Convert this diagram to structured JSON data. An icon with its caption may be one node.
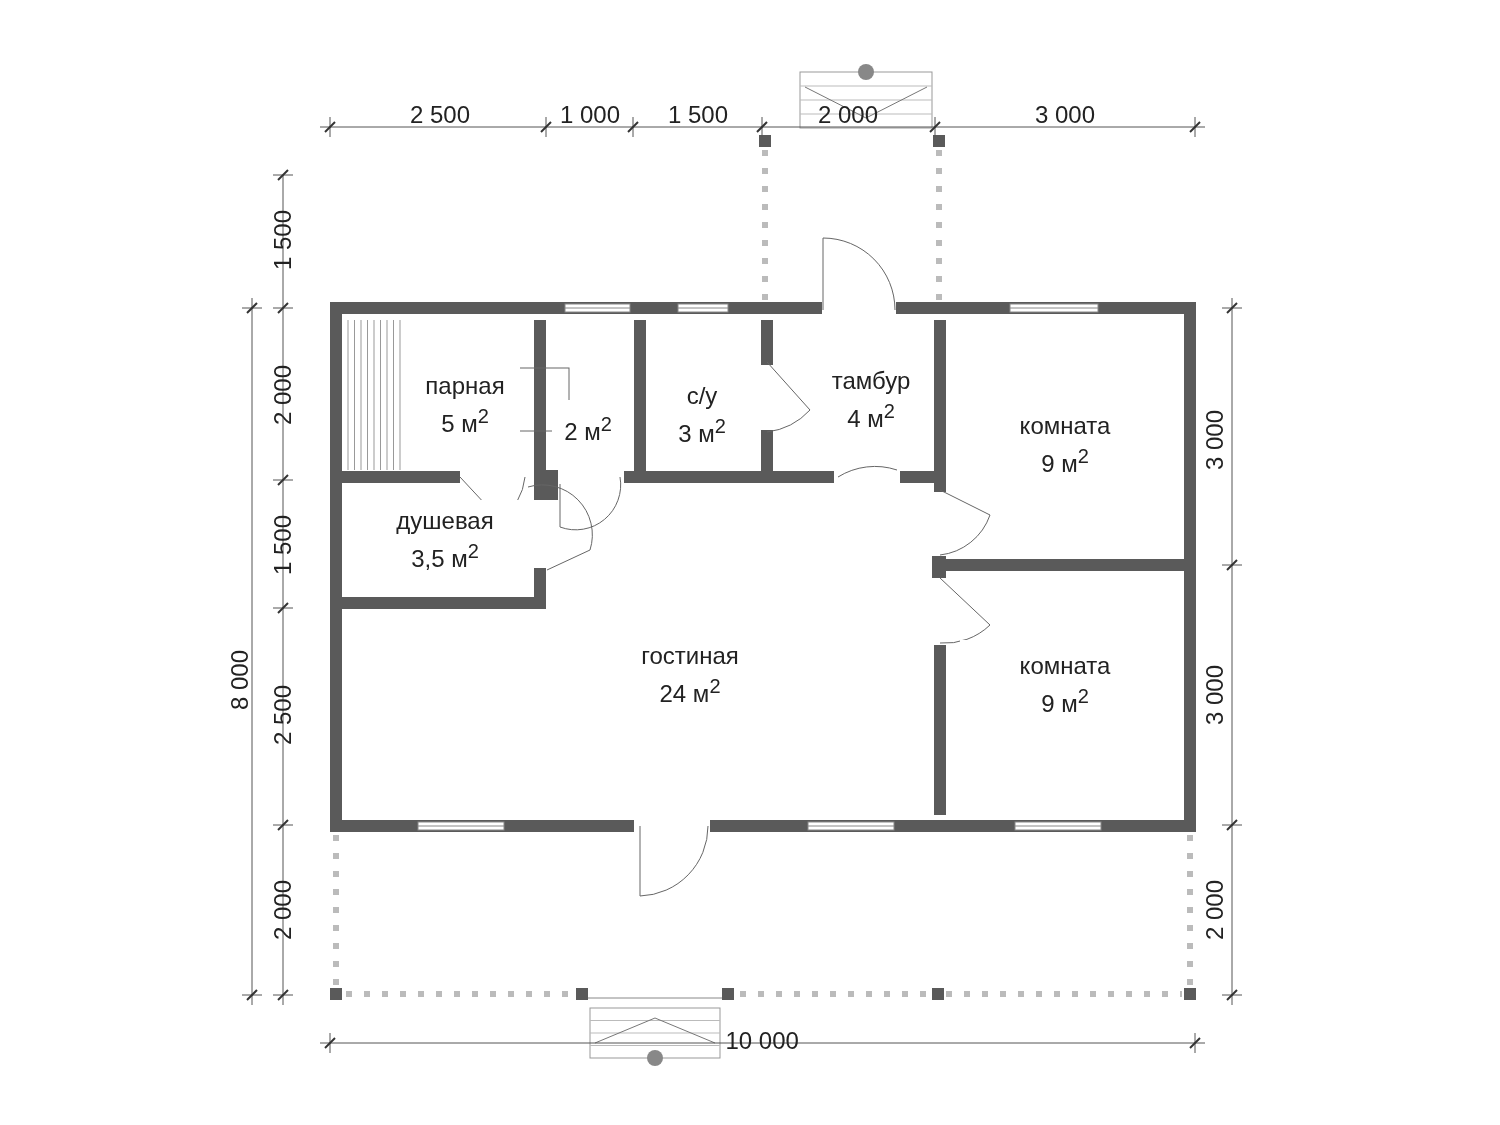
{
  "diagram": {
    "nodes": [
      {
        "text": [
          "парная",
          "5 м$^{2}$"
        ]
      },
      {
        "text": [
          "2 м$^{2}$"
        ]
      },
      {
        "text": [
          "с/у",
          "3 м$^{2}$"
        ]
      },
      {
        "text": [
          "тамбур",
          "4 м$^{2}$"
        ]
      },
      {
        "text": [
          "комната",
          "9 м$^{2}$"
        ]
      },
      {
        "text": [
          "душевая",
          "3,5 м$^{2}$"
        ]
      },
      {
        "text": [
          "гостиная",
          "24 м$^{2}$"
        ]
      },
      {
        "text": [
          "комната",
          "9 м$^{2}$"
        ]
      }
    ],
    "labels": [
      "2 500",
      "1 000",
      "1 500",
      "2 000",
      "3 000",
      "1 500",
      "2 000",
      "1 500",
      "2 500",
      "2 000",
      "8 000",
      "3 000",
      "3 000",
      "2 000",
      "10 000"
    ]
  }
}
